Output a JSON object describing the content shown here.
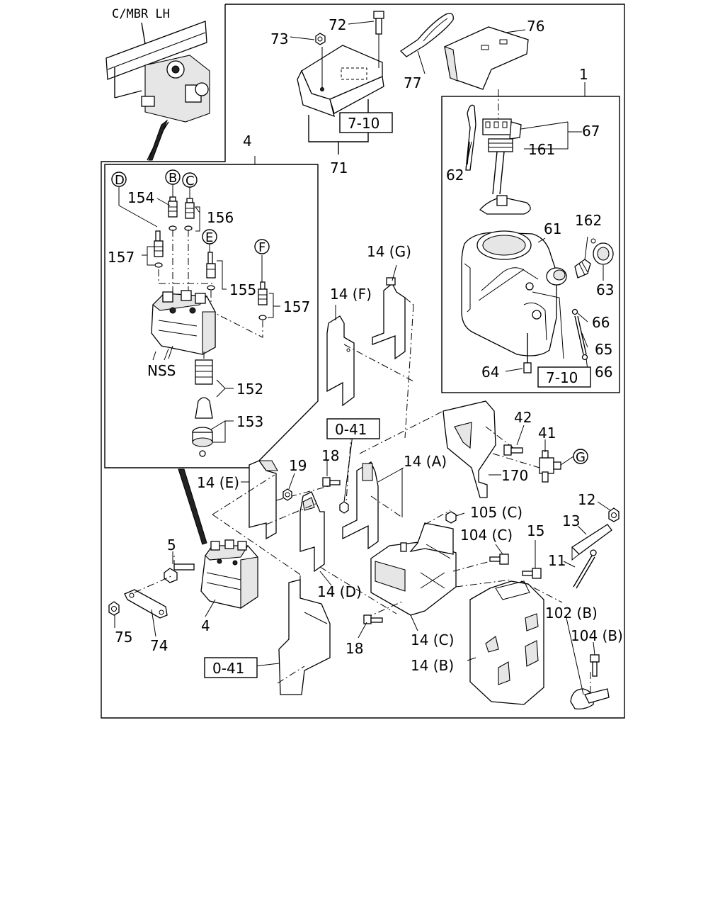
{
  "diagram": {
    "frame_label": "C/MBR LH",
    "circle_refs": [
      "D",
      "B",
      "C",
      "E",
      "F",
      "G"
    ],
    "ref_boxes": {
      "top": "7-10",
      "tank": "7-10",
      "mid": "0-41",
      "bottom": "0-41"
    },
    "labels": {
      "p1": "1",
      "p4_top": "4",
      "p4_bottom": "4",
      "p5": "5",
      "p11": "11",
      "p12": "12",
      "p13": "13",
      "p14a": "14 (A)",
      "p14b": "14 (B)",
      "p14c": "14 (C)",
      "p14d": "14 (D)",
      "p14e": "14 (E)",
      "p14f": "14 (F)",
      "p14g": "14 (G)",
      "p15": "15",
      "p18_top": "18",
      "p18_bottom": "18",
      "p19": "19",
      "p41": "41",
      "p42": "42",
      "p61": "61",
      "p62": "62",
      "p63": "63",
      "p64": "64",
      "p65": "65",
      "p66_top": "66",
      "p66_bottom": "66",
      "p67": "67",
      "p71": "71",
      "p72": "72",
      "p73": "73",
      "p74": "74",
      "p75": "75",
      "p76": "76",
      "p77": "77",
      "p102b": "102 (B)",
      "p104b": "104 (B)",
      "p104c": "104 (C)",
      "p105c": "105 (C)",
      "p152": "152",
      "p153": "153",
      "p154": "154",
      "p155": "155",
      "p156": "156",
      "p157_left": "157",
      "p157_right": "157",
      "p161": "161",
      "p162": "162",
      "p170": "170",
      "nss": "NSS"
    }
  }
}
